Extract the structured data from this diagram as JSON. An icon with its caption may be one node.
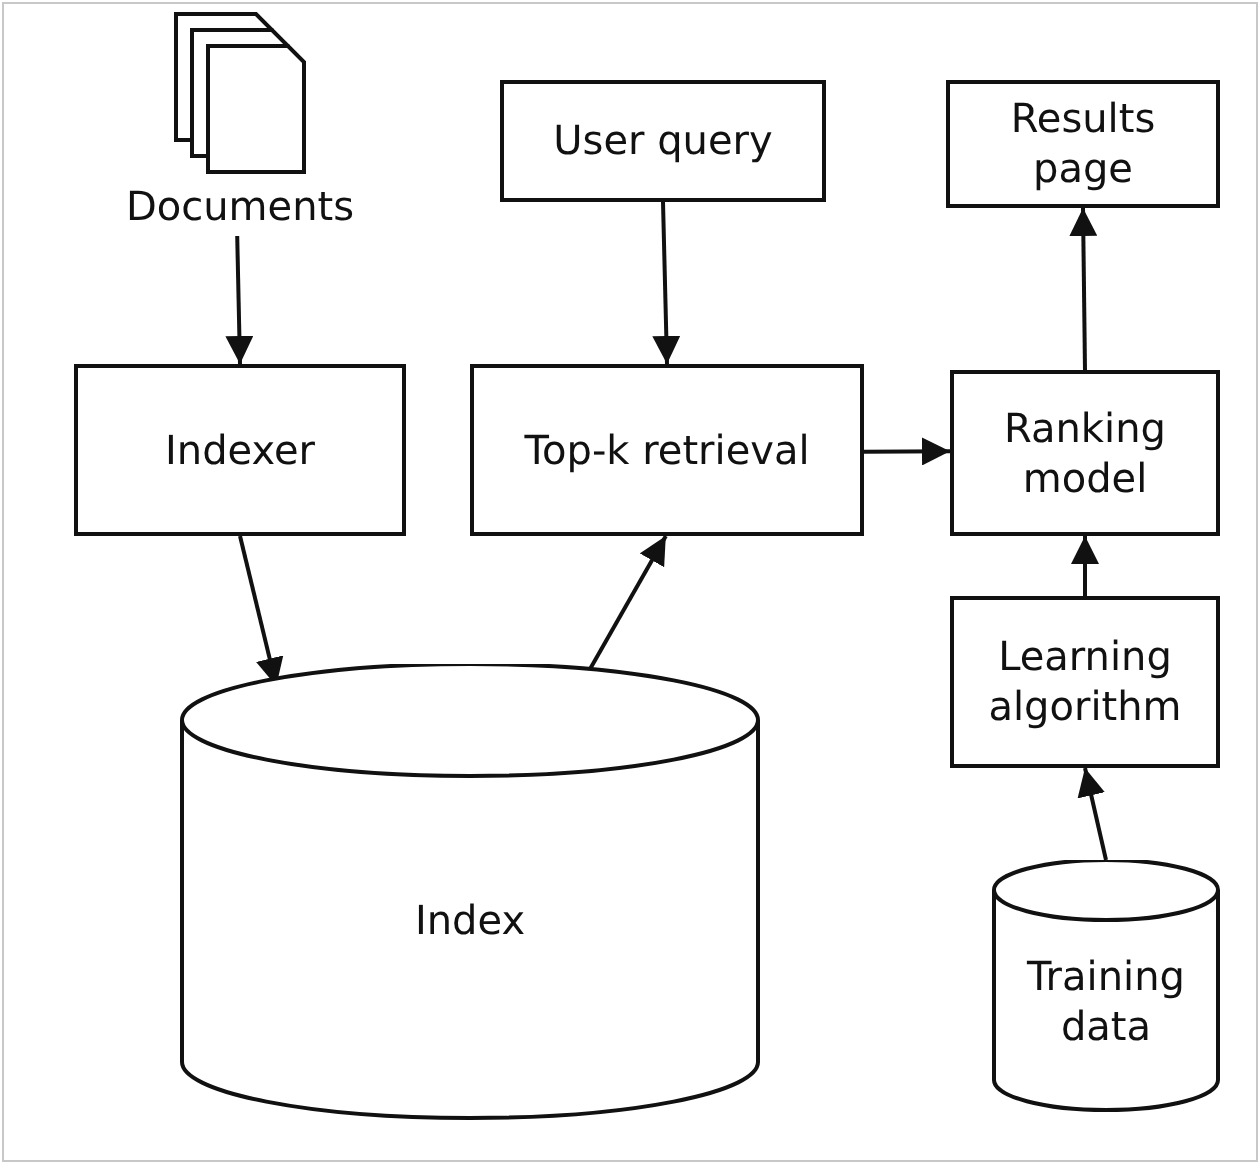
{
  "diagram": {
    "nodes": [
      {
        "text": [
          "Documents"
        ]
      },
      {
        "text": [
          "Indexer"
        ]
      },
      {
        "text": [
          "User query"
        ]
      },
      {
        "text": [
          "Top-k retrieval"
        ]
      },
      {
        "text": [
          "Results page"
        ]
      },
      {
        "text": [
          "Ranking model"
        ]
      },
      {
        "text": [
          "Learning algorithm"
        ]
      },
      {
        "text": [
          "Index"
        ]
      },
      {
        "text": [
          "Training data"
        ]
      }
    ],
    "edges": [
      {
        "from": 0,
        "to": 1,
        "arrow": "to"
      },
      {
        "from": 1,
        "to": 7,
        "arrow": "to"
      },
      {
        "from": 7,
        "to": 3,
        "arrow": "to"
      },
      {
        "from": 2,
        "to": 3,
        "arrow": "to"
      },
      {
        "from": 3,
        "to": 5,
        "arrow": "to"
      },
      {
        "from": 5,
        "to": 4,
        "arrow": "to"
      },
      {
        "from": 6,
        "to": 5,
        "arrow": "to"
      },
      {
        "from": 8,
        "to": 6,
        "arrow": "to"
      }
    ]
  }
}
